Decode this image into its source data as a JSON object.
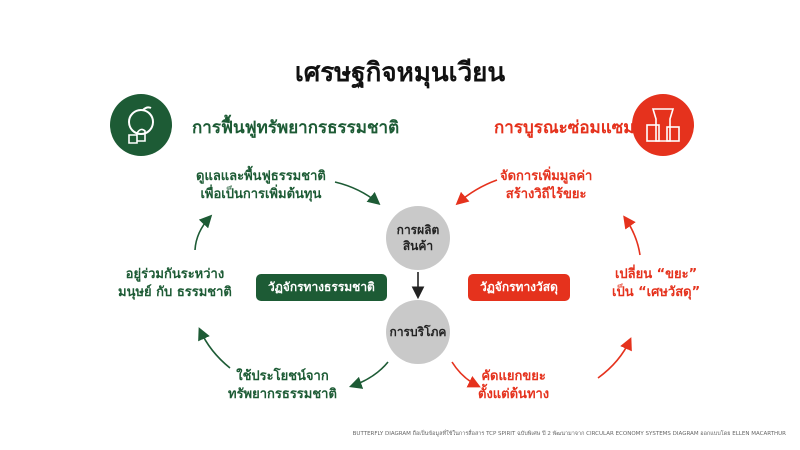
{
  "title": "เศรษฐกิจหมุนเวียน",
  "left": {
    "heading": "การฟื้นฟูทรัพยากรธรรมชาติ",
    "icon": "globe-thumbs-up-icon",
    "cycle_label": "วัฏจักรทางธรรมชาติ",
    "steps": [
      [
        "ดูแลและพื้นฟูธรรมชาติ",
        "เพื่อเป็นการเพิ่มต้นทุน"
      ],
      [
        "อยู่ร่วมกันระหว่าง",
        "มนุษย์ กับ ธรรมชาติ"
      ],
      [
        "ใช้ประโยชน์จาก",
        "ทรัพยากรธรรมชาติ"
      ]
    ]
  },
  "right": {
    "heading": "การบูรณะซ่อมแซม",
    "icon": "factory-icon",
    "cycle_label": "วัฏจักรทางวัสดุ",
    "steps": [
      [
        "จัดการเพิ่มมูลค่า",
        "สร้างวิถีไร้ขยะ"
      ],
      [
        "เปลี่ยน “ขยะ”",
        "เป็น “เศษวัสดุ”"
      ],
      [
        "คัดแยกขยะ",
        "ตั้งแต่ต้นทาง"
      ]
    ]
  },
  "center": {
    "production": [
      "การผลิต",
      "สินค้า"
    ],
    "consumption": [
      "การบริโภค"
    ]
  },
  "footer": "BUTTERFLY DIAGRAM ถือเป็นข้อมูลที่ใช้ในการสื่อสาร TCP SPIRIT ฉบับพิเศษ ปี 2 พัฒนามาจาก CIRCULAR ECONOMY SYSTEMS DIAGRAM ออกแบบโดย ELLEN MACARTHUR",
  "colors": {
    "green": "#1d5b35",
    "red": "#e5321d",
    "node": "#c9c9c9"
  }
}
